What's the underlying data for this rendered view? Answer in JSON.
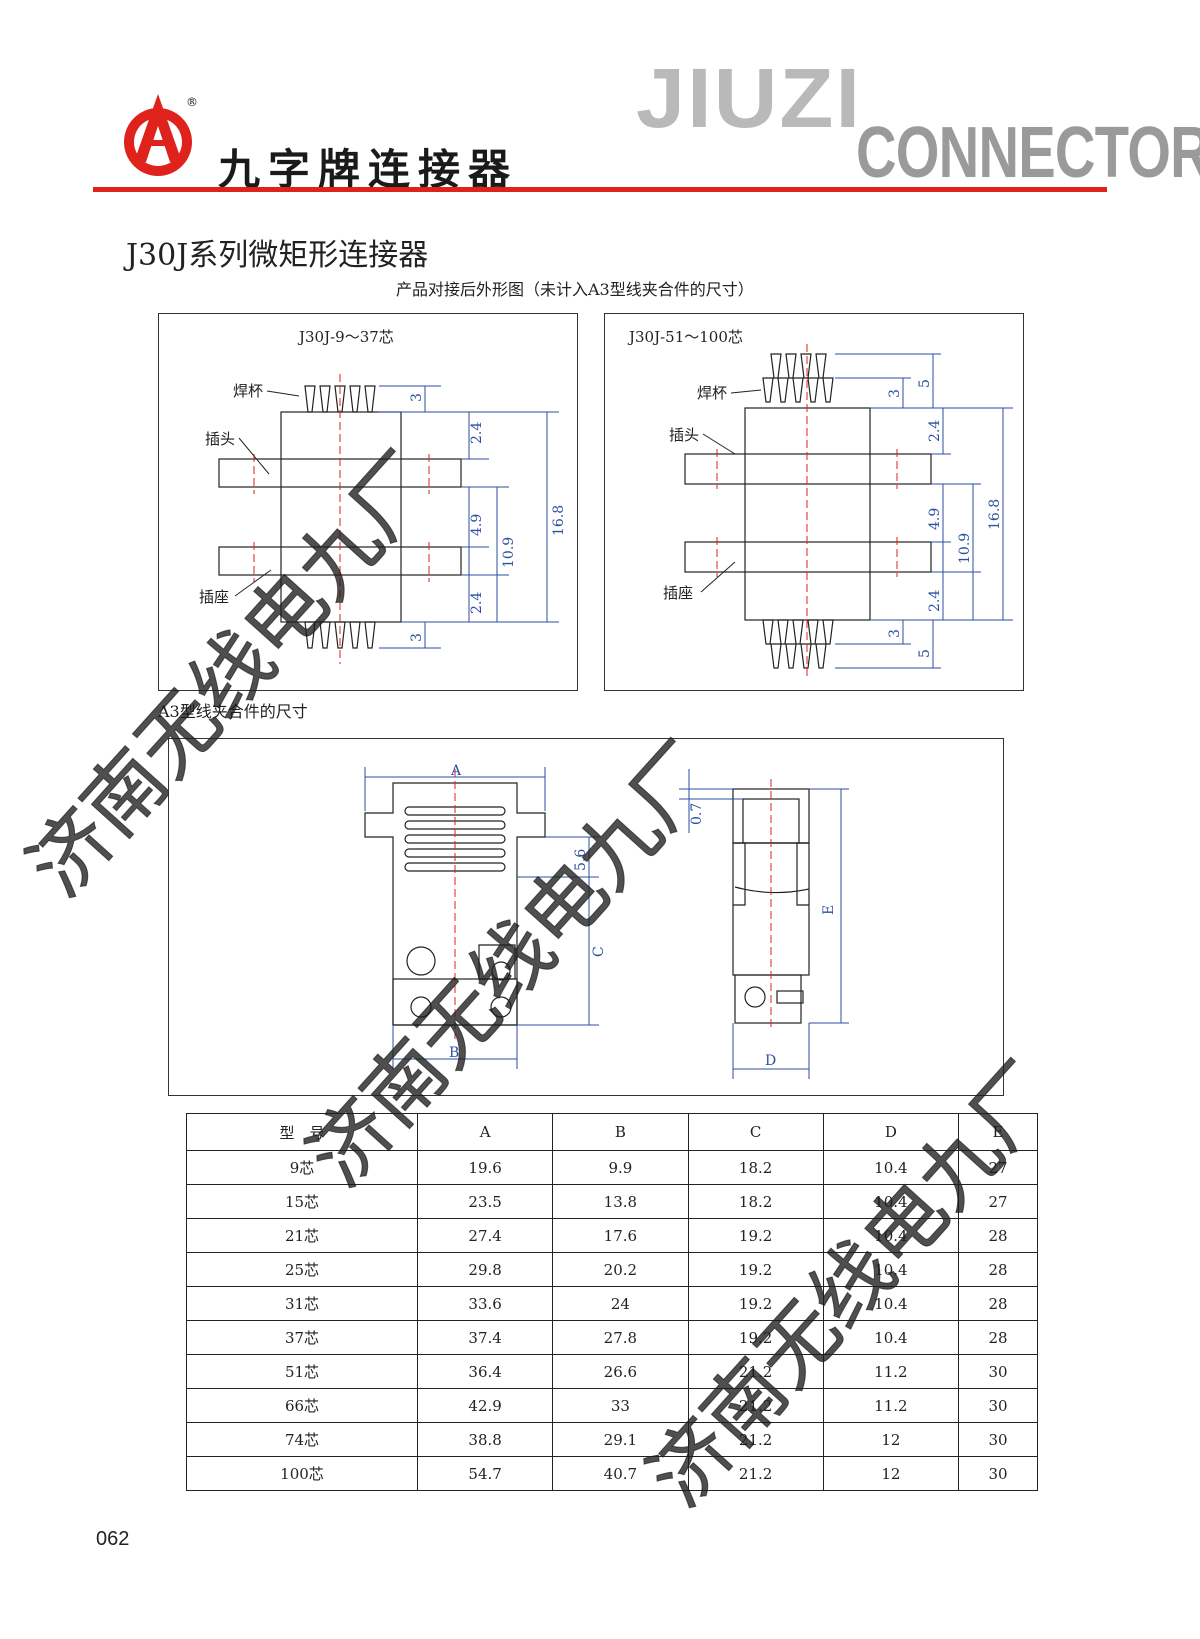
{
  "header": {
    "brand_cn": "九字牌连接器",
    "brand_en_1": "JIUZI",
    "brand_en_2": "CONNECTOR",
    "registered_mark": "®",
    "accent_color": "#e0221c"
  },
  "page": {
    "title": "J30J系列微矩形连接器",
    "subtitle": "产品对接后外形图（未计入A3型线夹合件的尺寸）",
    "a3_label": "A3型线夹合件的尺寸",
    "page_number": "062"
  },
  "diagram_left": {
    "title": "J30J-9～37芯",
    "label_cup": "焊杯",
    "label_plug": "插头",
    "label_socket": "插座",
    "dims": [
      "3",
      "2.4",
      "4.9",
      "10.9",
      "16.8",
      "2.4",
      "3"
    ]
  },
  "diagram_right": {
    "title": "J30J-51～100芯",
    "label_cup": "焊杯",
    "label_plug": "插头",
    "label_socket": "插座",
    "dims": [
      "3",
      "5",
      "2.4",
      "4.9",
      "10.9",
      "16.8",
      "2.4",
      "3",
      "5"
    ]
  },
  "clamp": {
    "dim_a": "A",
    "dim_b": "B",
    "dim_c": "C",
    "dim_d": "D",
    "dim_e": "E",
    "dim_07": "0.7",
    "dim_56": "5.6"
  },
  "table": {
    "headers": [
      "型　号",
      "A",
      "B",
      "C",
      "D",
      "E"
    ],
    "rows": [
      [
        "9芯",
        "19.6",
        "9.9",
        "18.2",
        "10.4",
        "27"
      ],
      [
        "15芯",
        "23.5",
        "13.8",
        "18.2",
        "10.4",
        "27"
      ],
      [
        "21芯",
        "27.4",
        "17.6",
        "19.2",
        "10.4",
        "28"
      ],
      [
        "25芯",
        "29.8",
        "20.2",
        "19.2",
        "10.4",
        "28"
      ],
      [
        "31芯",
        "33.6",
        "24",
        "19.2",
        "10.4",
        "28"
      ],
      [
        "37芯",
        "37.4",
        "27.8",
        "19.2",
        "10.4",
        "28"
      ],
      [
        "51芯",
        "36.4",
        "26.6",
        "21.2",
        "11.2",
        "30"
      ],
      [
        "66芯",
        "42.9",
        "33",
        "21.2",
        "11.2",
        "30"
      ],
      [
        "74芯",
        "38.8",
        "29.1",
        "21.2",
        "12",
        "30"
      ],
      [
        "100芯",
        "54.7",
        "40.7",
        "21.2",
        "12",
        "30"
      ]
    ]
  },
  "watermark": {
    "text": "济南无线电九厂"
  }
}
